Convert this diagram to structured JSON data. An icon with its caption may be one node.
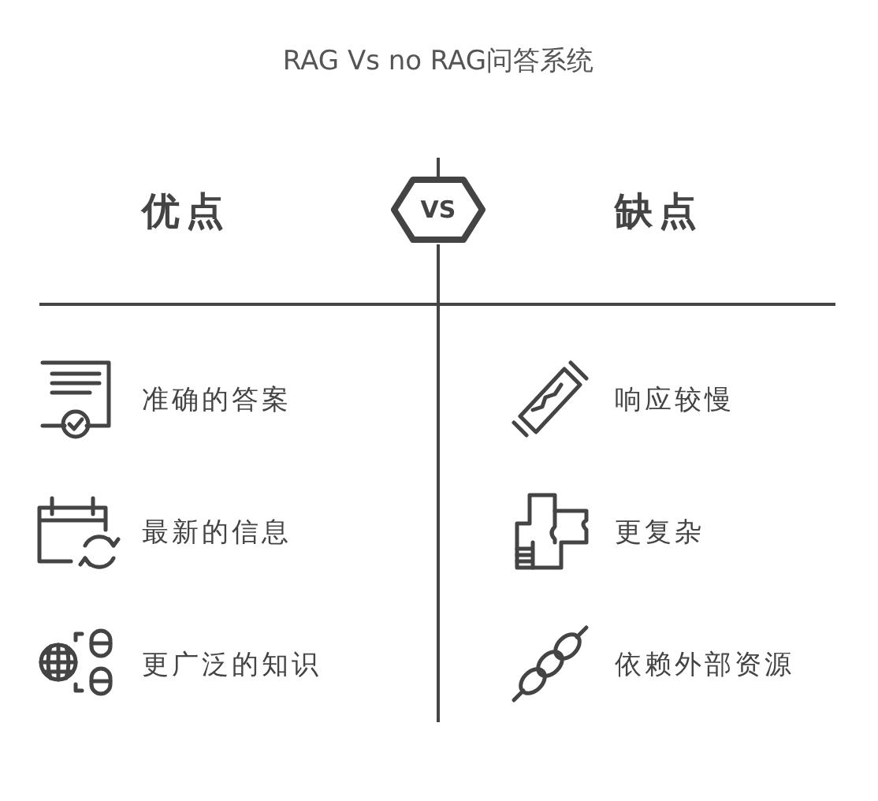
{
  "diagram": {
    "title": "RAG Vs no RAG问答系统",
    "nodes": [
      {
        "text": [
          "VS"
        ]
      }
    ],
    "labels": [
      "优点",
      "缺点",
      "准确的答案",
      "响应较慢",
      "最新的信息",
      "更复杂",
      "更广泛的知识",
      "依赖外部资源"
    ]
  }
}
